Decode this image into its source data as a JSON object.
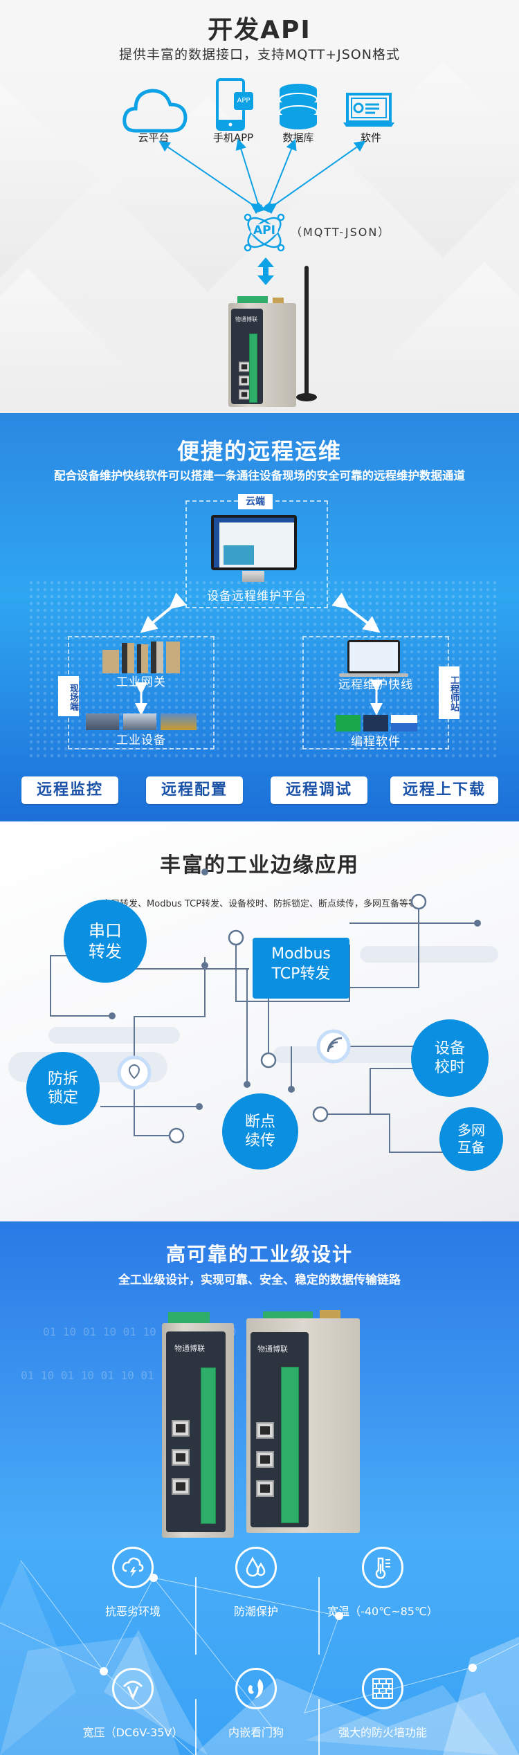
{
  "api_section": {
    "title": "开发API",
    "subtitle": "提供丰富的数据接口，支持MQTT+JSON格式",
    "targets": [
      {
        "label": "云平台",
        "icon": "cloud-icon"
      },
      {
        "label": "手机APP",
        "icon": "mobile-app-icon"
      },
      {
        "label": "数据库",
        "icon": "database-icon"
      },
      {
        "label": "软件",
        "icon": "software-icon"
      }
    ],
    "api_badge": "API",
    "protocol_label": "（MQTT-JSON）",
    "phone_badge": "APP",
    "device_brand": "物通博联",
    "accent": "#0da1e6"
  },
  "remote_section": {
    "title": "便捷的远程运维",
    "subtitle": "配合设备维护快线软件可以搭建一条通往设备现场的安全可靠的远程维护数据通道",
    "cloud_tag": "云端",
    "cloud_platform": "设备远程维护平台",
    "field_tag": "现场端",
    "gateway_label": "工业网关",
    "equipment_label": "工业设备",
    "engineer_tag": "工程师站",
    "remote_tool_label": "远程维护快线",
    "programming_label": "编程软件",
    "buttons": [
      "远程监控",
      "远程配置",
      "远程调试",
      "远程上下载"
    ]
  },
  "edge_section": {
    "title": "丰富的工业边缘应用",
    "subtitle": "串口转发、Modbus TCP转发、设备校时、防拆锁定、断点续传，多网互备等等",
    "nodes": {
      "serial": "串口\n转发",
      "modbus_line1": "Modbus",
      "modbus_line2": "TCP转发",
      "tamper": "防拆\n锁定",
      "resume": "断点\n续传",
      "timesync": "设备\n校时",
      "multinet": "多网\n互备"
    },
    "node_color": "#0b8fe0"
  },
  "design_section": {
    "title": "高可靠的工业级设计",
    "subtitle": "全工业级设计，实现可靠、安全、稳定的数据传输链路",
    "binary_text": "01 10 01 10 01 10 01 10 01 10",
    "device_brand": "物通博联",
    "features": [
      {
        "label": "抗恶劣环境",
        "icon": "storm-cloud-icon"
      },
      {
        "label": "防潮保护",
        "icon": "water-drop-icon"
      },
      {
        "label": "宽温（-40℃~85℃）",
        "icon": "thermometer-icon"
      },
      {
        "label": "宽压（DC6V-35V）",
        "icon": "voltage-icon"
      },
      {
        "label": "内嵌看门狗",
        "icon": "watchdog-icon"
      },
      {
        "label": "强大的防火墙功能",
        "icon": "firewall-icon"
      }
    ]
  }
}
